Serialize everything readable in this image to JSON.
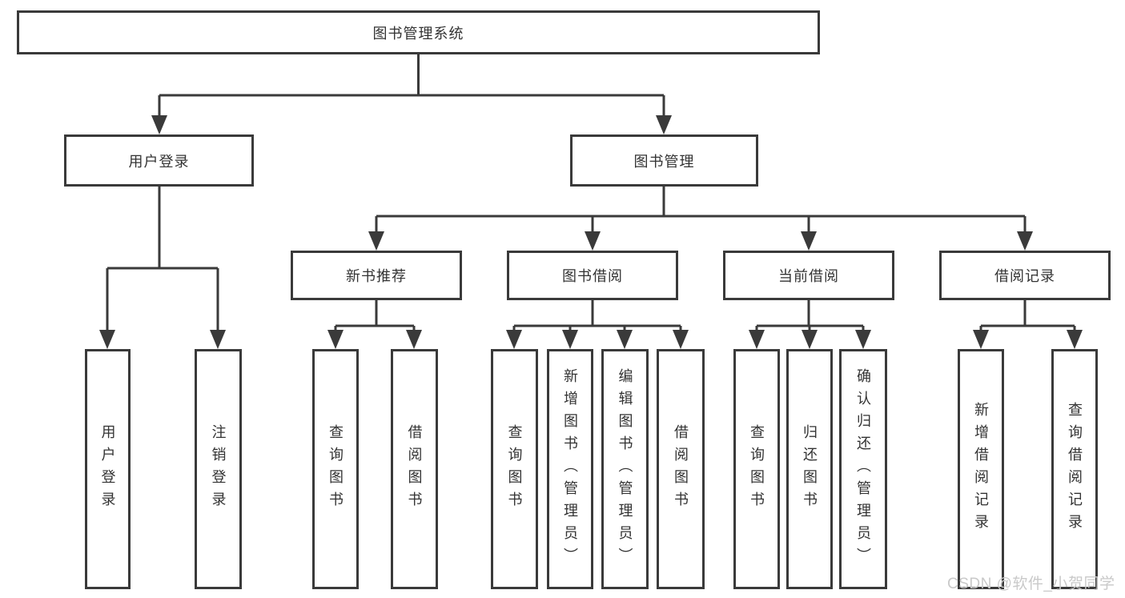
{
  "diagram": {
    "type": "hierarchy-function-structure",
    "colors": {
      "line": "#3a3a3a",
      "text": "#333333",
      "background": "#ffffff",
      "watermark": "#c9c9c9"
    },
    "nodes": {
      "root": {
        "label": "图书管理系统"
      },
      "user_login": {
        "label": "用户登录"
      },
      "book_management": {
        "label": "图书管理"
      },
      "new_book_recommend": {
        "label": "新书推荐"
      },
      "book_borrow": {
        "label": "图书借阅"
      },
      "current_borrow": {
        "label": "当前借阅"
      },
      "borrow_records": {
        "label": "借阅记录"
      },
      "leaf_user_login": {
        "label": "用户登录"
      },
      "leaf_logout": {
        "label": "注销登录"
      },
      "leaf_query_books_1": {
        "label": "查询图书"
      },
      "leaf_borrow_books_1": {
        "label": "借阅图书"
      },
      "leaf_query_books_2": {
        "label": "查询图书"
      },
      "leaf_add_book": {
        "label": "新增图书（管理员）"
      },
      "leaf_edit_book": {
        "label": "编辑图书（管理员）"
      },
      "leaf_borrow_books_2": {
        "label": "借阅图书"
      },
      "leaf_query_books_3": {
        "label": "查询图书"
      },
      "leaf_return_book": {
        "label": "归还图书"
      },
      "leaf_confirm_return": {
        "label": "确认归还（管理员）"
      },
      "leaf_add_borrow_record": {
        "label": "新增借阅记录"
      },
      "leaf_query_borrow_record": {
        "label": "查询借阅记录"
      }
    },
    "hierarchy": {
      "图书管理系统": {
        "用户登录": [
          "用户登录",
          "注销登录"
        ],
        "图书管理": {
          "新书推荐": [
            "查询图书",
            "借阅图书"
          ],
          "图书借阅": [
            "查询图书",
            "新增图书（管理员）",
            "编辑图书（管理员）",
            "借阅图书"
          ],
          "当前借阅": [
            "查询图书",
            "归还图书",
            "确认归还（管理员）"
          ],
          "借阅记录": [
            "新增借阅记录",
            "查询借阅记录"
          ]
        }
      }
    },
    "watermark": {
      "text": "CSDN @软件_小贺同学"
    }
  }
}
